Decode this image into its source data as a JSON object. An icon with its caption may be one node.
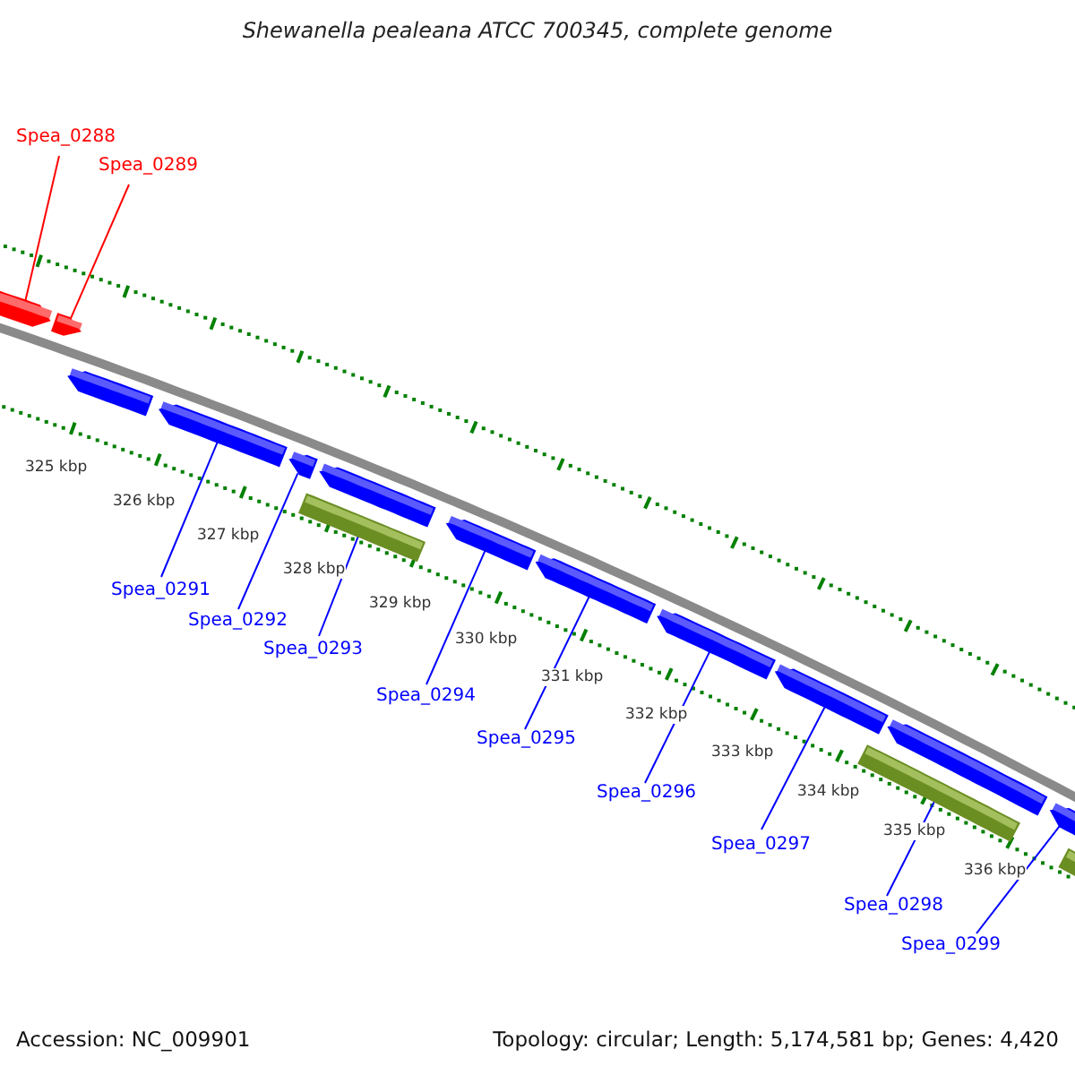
{
  "diagram": {
    "title": "Shewanella pealeana ATCC 700345, complete genome",
    "nodes": [
      {
        "text": [
          "Spea_0288"
        ]
      },
      {
        "text": [
          "Spea_0289"
        ]
      },
      {
        "text": [
          "Spea_0291"
        ]
      },
      {
        "text": [
          "Spea_0292"
        ]
      },
      {
        "text": [
          "Spea_0293"
        ]
      },
      {
        "text": [
          "Spea_0294"
        ]
      },
      {
        "text": [
          "Spea_0295"
        ]
      },
      {
        "text": [
          "Spea_0296"
        ]
      },
      {
        "text": [
          "Spea_0297"
        ]
      },
      {
        "text": [
          "Spea_0298"
        ]
      },
      {
        "text": [
          "Spea_0299"
        ]
      },
      {
        "text": [],
        "shape": "arrow"
      },
      {
        "text": [],
        "shape": "arrow"
      },
      {
        "text": [],
        "shape": "arrow"
      },
      {
        "text": [],
        "shape": "arrow"
      },
      {
        "text": [],
        "shape": "arrow"
      },
      {
        "text": [],
        "shape": "arrow"
      },
      {
        "text": [],
        "shape": "bar"
      },
      {
        "text": [],
        "shape": "arrow"
      },
      {
        "text": [],
        "shape": "arrow"
      },
      {
        "text": [],
        "shape": "arrow"
      },
      {
        "text": [],
        "shape": "arrow"
      },
      {
        "text": [],
        "shape": "arrow"
      },
      {
        "text": [],
        "shape": "bar"
      },
      {
        "text": [],
        "shape": "arrow"
      },
      {
        "text": [],
        "shape": "bar"
      }
    ],
    "edges": [
      {
        "from": 0,
        "to": 11,
        "arrow": "none",
        "color": "#ff0000"
      },
      {
        "from": 1,
        "to": 12,
        "arrow": "none",
        "color": "#ff0000"
      },
      {
        "from": 2,
        "to": 14,
        "arrow": "none"
      },
      {
        "from": 3,
        "to": 15,
        "arrow": "none"
      },
      {
        "from": 4,
        "to": 17,
        "arrow": "none"
      },
      {
        "from": 5,
        "to": 18,
        "arrow": "none"
      },
      {
        "from": 6,
        "to": 19,
        "arrow": "none"
      },
      {
        "from": 7,
        "to": 20,
        "arrow": "none"
      },
      {
        "from": 8,
        "to": 21,
        "arrow": "none"
      },
      {
        "from": 9,
        "to": 23,
        "arrow": "none"
      },
      {
        "from": 10,
        "to": 24,
        "arrow": "none"
      }
    ],
    "labels": [
      "325 kbp",
      "326 kbp",
      "327 kbp",
      "328 kbp",
      "329 kbp",
      "330 kbp",
      "331 kbp",
      "332 kbp",
      "333 kbp",
      "334 kbp",
      "335 kbp",
      "336 kbp",
      "Accession: NC_009901",
      "Topology: circular; Length: 5,174,581 bp; Genes: 4,420"
    ]
  }
}
